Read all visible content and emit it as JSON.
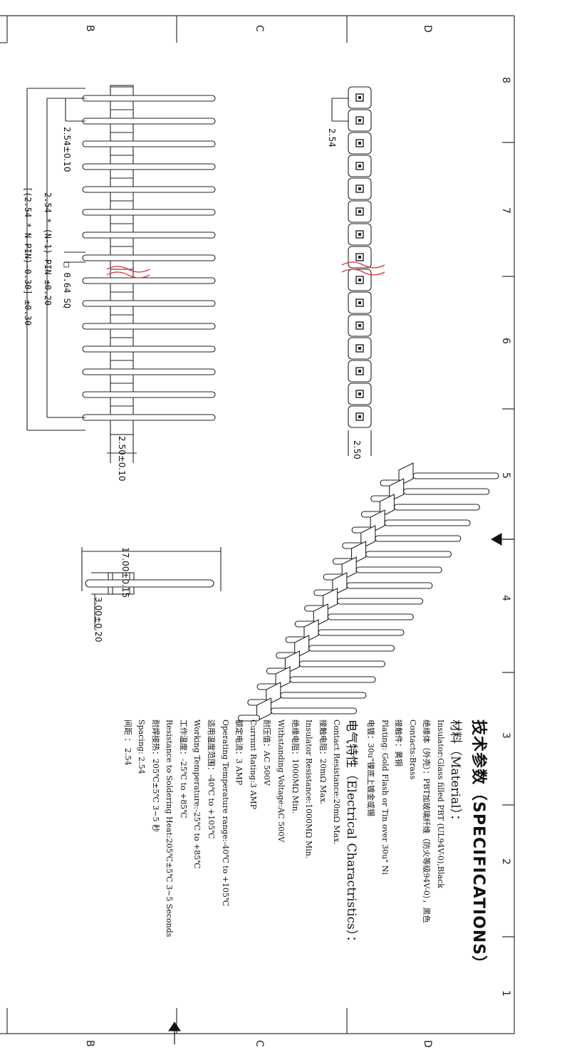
{
  "zones": {
    "left": [
      "B",
      "C",
      "D"
    ],
    "bottom_row": [
      "8",
      "7",
      "6",
      "5",
      "4",
      "3",
      "2",
      "1"
    ]
  },
  "dimensions": {
    "pitch_tol": "2.54±0.10",
    "length_formula": "2.54 * (N-1) PIN ±0.20",
    "overall_formula": "[(2.54 * N PIN)-0.30] ±0.30",
    "pin_square": "□ 0.64 SQ",
    "body_width": "2.50±0.10",
    "pitch_top": "2.54",
    "width_top": "2.50",
    "total_length": "17.00±0.15",
    "insulator_height": "3.00±0.20"
  },
  "specs": {
    "title": "技术参数（SPECIFICATIONS）",
    "material_heading": "材料（Material）：",
    "material_lines": [
      "Insulator:Glass filled PBT (UL94V-0),Black",
      "绝缘体（外壳）：PBT加玻璃纤维（防火等级94V-0），黑色",
      "Contacts:Brass",
      "接触件：黄铜",
      "Plating: Gold Flash or Tin over 30u\" Ni",
      "电镀：30u\"镍底上镀金或锡"
    ],
    "electrical_heading": "电气特性（Electrical Charactristics）：",
    "electrical_lines": [
      "Contact Resistance:20mΩ Max.",
      "接触电阻：20mΩ Max.",
      "Insulator Resistance:1000MΩ Min.",
      "绝缘电阻：1000MΩ Min.",
      "Withstanding Voltage:AC 500V",
      "耐压值：AC 500V",
      "Currnnt Rating:3 AMP",
      "额定电流：3 AMP",
      "Operating Temperature range:-40℃ to +105℃",
      "适用温度范围：-40℃ to +105℃",
      "Working Temperature:-25℃ to +85℃",
      "工作温度：-25℃ to +85℃",
      "Resistance to Soldering Heat:205℃±5℃  3~5 Seconds",
      "耐焊接热：205℃±5℃  3~5 秒",
      "Spacing:  2.54",
      "间距  ：  2.54"
    ]
  }
}
